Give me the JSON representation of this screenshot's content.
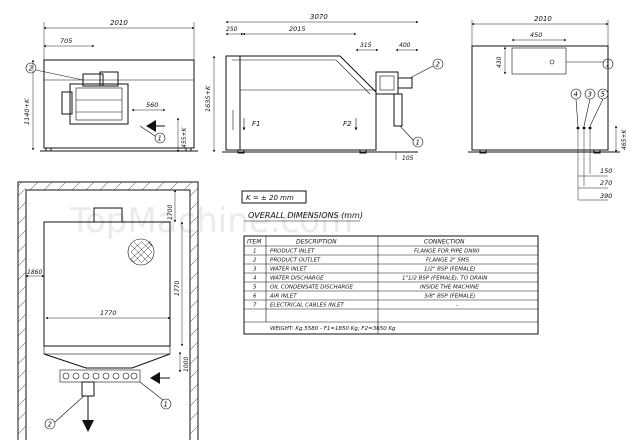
{
  "watermark": "TopMachine.com",
  "views": {
    "front": {
      "dims": {
        "width": "2010",
        "left": "705",
        "offset": "560",
        "height": "1140+K",
        "foot": "455+K"
      },
      "callouts": [
        "2",
        "1"
      ]
    },
    "side": {
      "dims": {
        "overall": "3070",
        "top_left": "250",
        "body": "2015",
        "gap": "315",
        "right": "400",
        "height": "1635+K",
        "bottom": "105"
      },
      "labels": [
        "F1",
        "F2"
      ],
      "callouts": [
        "2",
        "1"
      ]
    },
    "end": {
      "dims": {
        "width": "2010",
        "top": "450",
        "height": "430",
        "foot": "465+K",
        "d150": "150",
        "d270": "270",
        "d390": "390"
      },
      "callouts": [
        "4",
        "3",
        "5",
        "1"
      ]
    },
    "plan": {
      "dims": {
        "top": "1700",
        "left": "1860",
        "height": "1770",
        "bottom": "1000",
        "inner": "1770"
      },
      "callouts": [
        "1",
        "2"
      ]
    }
  },
  "k_value": "K = ± 20 mm",
  "table": {
    "title": "OVERALL DIMENSIONS (mm)",
    "headers": [
      "ITEM",
      "DESCRIPTION",
      "CONNECTION"
    ],
    "rows": [
      [
        "1",
        "PRODUCT INLET",
        "FLANGE FOR PIPE DN80"
      ],
      [
        "2",
        "PRODUCT OUTLET",
        "FLANGE 2\" SMS"
      ],
      [
        "3",
        "WATER INLET",
        "1/2\" BSP (FEMALE)"
      ],
      [
        "4",
        "WATER DISCHARGE",
        "1\"1/2 BSP (FEMALE), TO DRAIN"
      ],
      [
        "5",
        "OIL CONDENSATE DISCHARGE",
        "INSIDE THE MACHINE"
      ],
      [
        "6",
        "AIR INLET",
        "3/8\" BSP (FEMALE)"
      ],
      [
        "7",
        "ELECTRICAL CABLES INLET",
        "-"
      ]
    ],
    "weight": "WEIGHT: Kg.5580 - F1=1850 Kg; F2=3650 Kg"
  }
}
